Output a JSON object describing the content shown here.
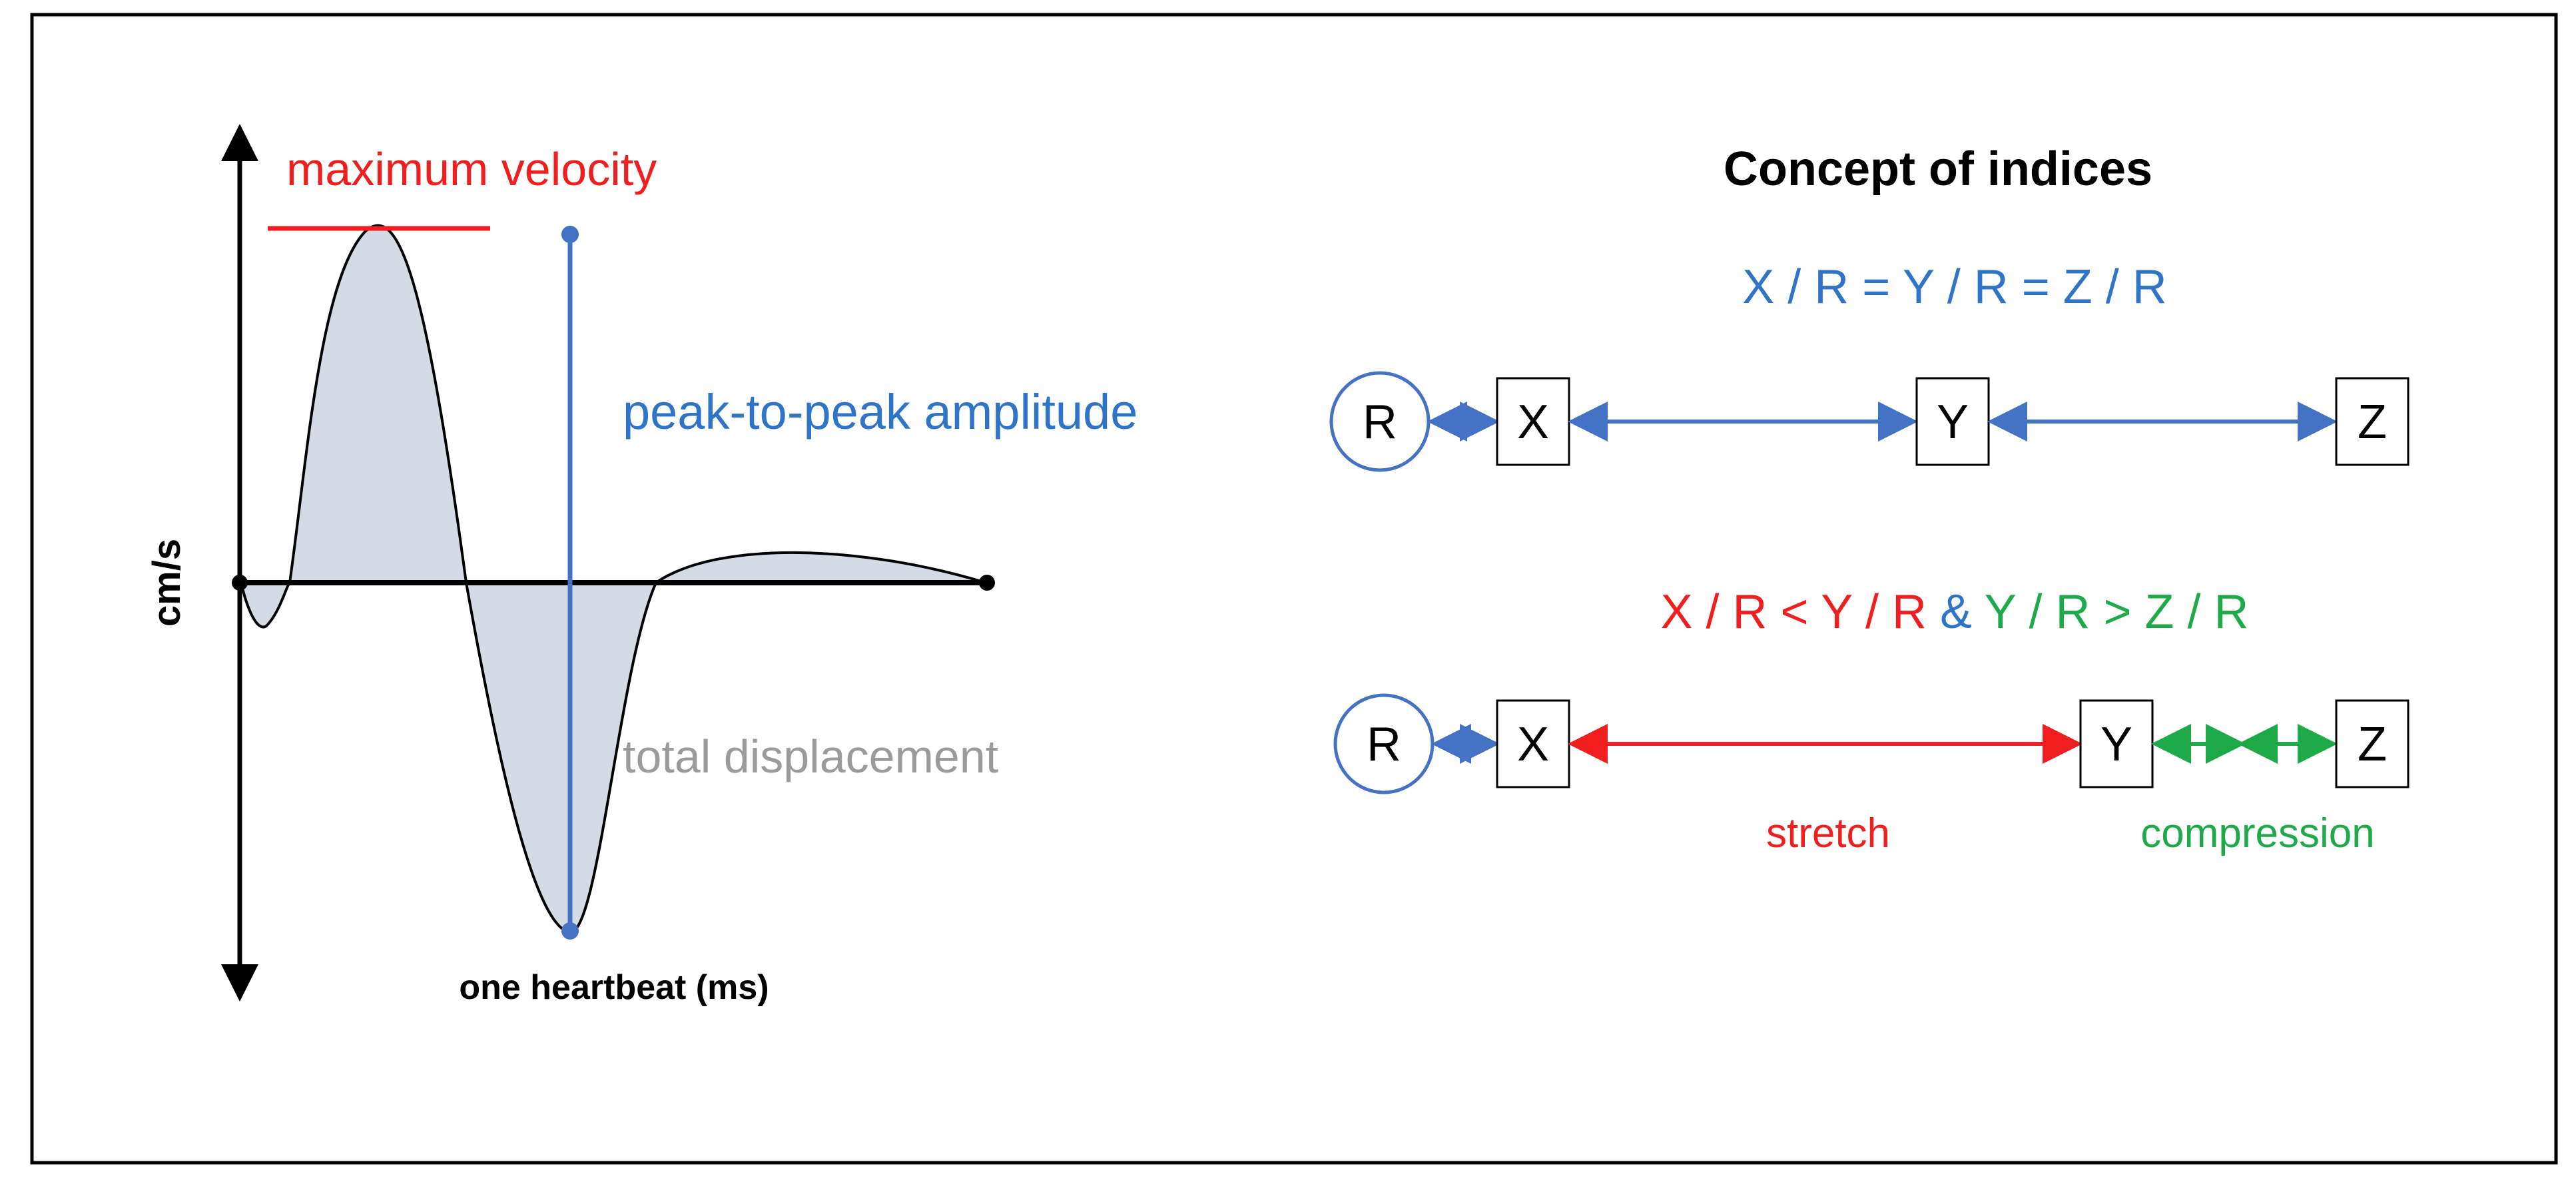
{
  "colors": {
    "blue": "#2E75C9",
    "blue_arrow": "#4472C4",
    "red": "#F01E1E",
    "green": "#1FAA4A",
    "gray_text": "#9B9B9B",
    "fill": "#D5DBE5",
    "black": "#000000"
  },
  "left": {
    "max_velocity_label": "maximum velocity",
    "peak_amplitude_label": "peak-to-peak amplitude",
    "total_displacement_label": "total displacement",
    "y_axis_label": "cm/s",
    "x_axis_label": "one heartbeat (ms)"
  },
  "right": {
    "title": "Concept of indices",
    "equation1": "X / R = Y / R = Z / R",
    "equation2": {
      "red_part": "X / R < Y / R",
      "amp": "&",
      "green_part": "Y / R > Z / R"
    },
    "row1": {
      "r": "R",
      "x": "X",
      "y": "Y",
      "z": "Z"
    },
    "row2": {
      "r": "R",
      "x": "X",
      "y": "Y",
      "z": "Z"
    },
    "stretch_label": "stretch",
    "compression_label": "compression"
  }
}
